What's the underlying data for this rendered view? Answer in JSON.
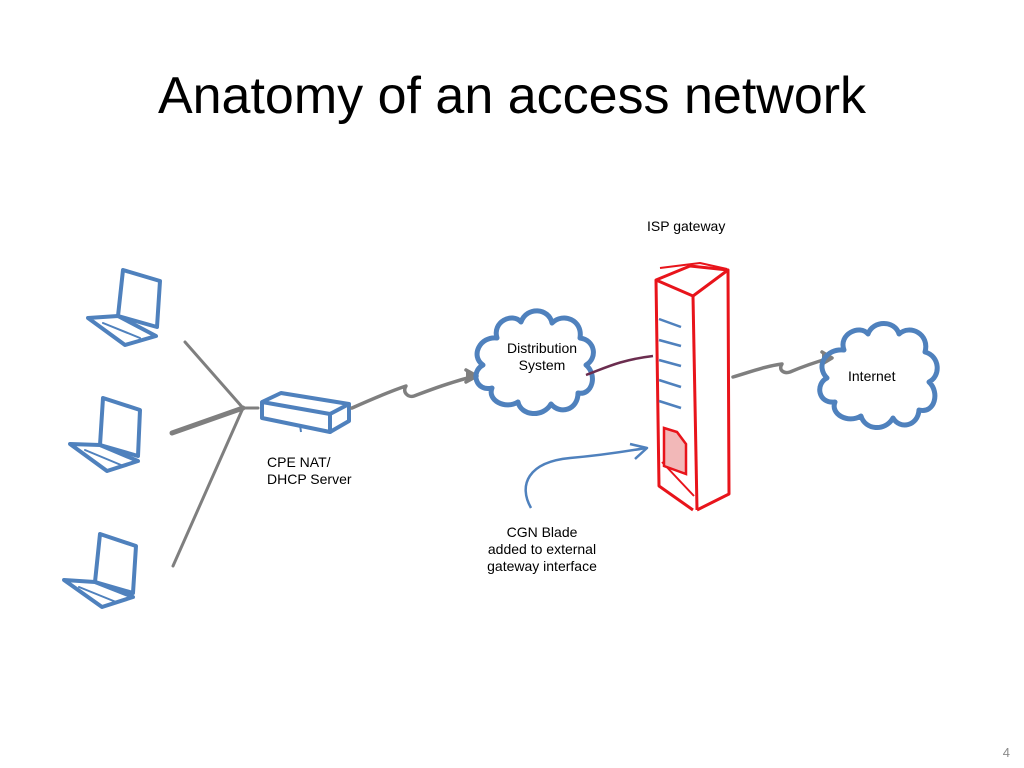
{
  "slide": {
    "title": "Anatomy of an access network",
    "page_number": "4"
  },
  "labels": {
    "cpe_line1": "CPE NAT/",
    "cpe_line2": "DHCP Server",
    "distribution_line1": "Distribution",
    "distribution_line2": "System",
    "isp_gateway": "ISP gateway",
    "internet": "Internet",
    "cgn_line1": "CGN Blade",
    "cgn_line2": "added to external",
    "cgn_line3": "gateway interface"
  },
  "colors": {
    "device_blue": "#4f81bd",
    "gateway_red": "#e8141b",
    "blade_fill": "#f2b8b8",
    "connector_gray": "#7f7f7f",
    "link_purple": "#6b2d4f"
  },
  "icons": [
    "laptop-icon",
    "laptop-icon",
    "laptop-icon",
    "router-icon",
    "cloud-icon",
    "cloud-icon",
    "gateway-rack-icon"
  ]
}
